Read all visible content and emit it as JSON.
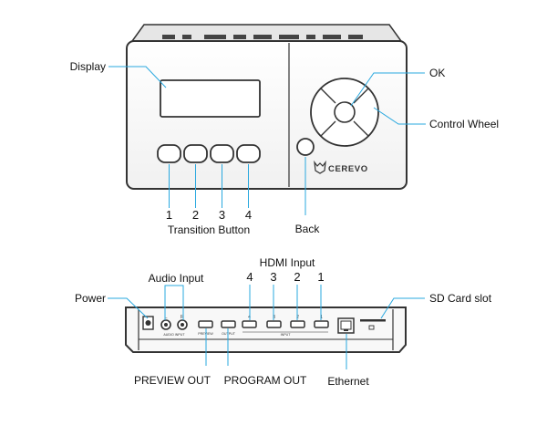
{
  "colors": {
    "leader": "#29a8df",
    "outline": "#333333",
    "body_fill": "#f8f8f8",
    "text": "#111111"
  },
  "front": {
    "labels": {
      "display": "Display",
      "ok": "OK",
      "control_wheel": "Control Wheel",
      "back": "Back",
      "transition_button": "Transition Button"
    },
    "transition_numbers": [
      "1",
      "2",
      "3",
      "4"
    ],
    "brand": "CEREVO",
    "brand_logo": "cerevo-logo-icon"
  },
  "rear": {
    "labels": {
      "power": "Power",
      "audio_input": "Audio Input",
      "hdmi_input": "HDMI Input",
      "sd_card_slot": "SD Card slot",
      "preview_out": "PREVIEW OUT",
      "program_out": "PROGRAM OUT",
      "ethernet": "Ethernet"
    },
    "hdmi_numbers": [
      "4",
      "3",
      "2",
      "1"
    ],
    "port_marks": {
      "audio_l": "L",
      "audio_r": "R",
      "audio_input": "AUDIO INPUT",
      "preview": "PREVIEW",
      "output": "OUTPUT",
      "input": "INPUT",
      "hdmi": [
        "4",
        "3",
        "2",
        "1"
      ]
    }
  }
}
